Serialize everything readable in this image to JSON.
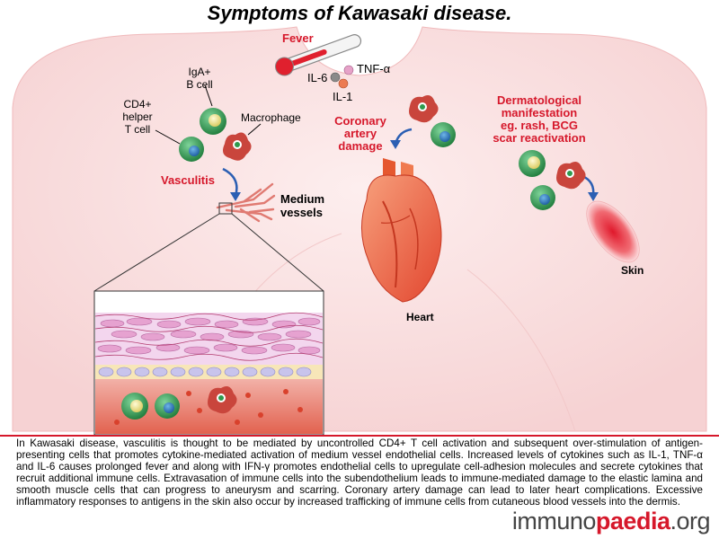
{
  "title": "Symptoms of Kawasaki disease.",
  "labels": {
    "fever": "Fever",
    "tnf": "TNF-α",
    "il6": "IL-6",
    "il1": "IL-1",
    "iga_line1": "IgA+",
    "iga_line2": "B cell",
    "cd4_line1": "CD4+",
    "cd4_line2": "helper",
    "cd4_line3": "T cell",
    "macrophage": "Macrophage",
    "vasculitis": "Vasculitis",
    "medium_line1": "Medium",
    "medium_line2": "vessels",
    "coronary_line1": "Coronary",
    "coronary_line2": "artery",
    "coronary_line3": "damage",
    "heart": "Heart",
    "derm_line1": "Dermatological",
    "derm_line2": "manifestation",
    "derm_line3": "eg. rash, BCG",
    "derm_line4": "scar reactivation",
    "skin": "Skin"
  },
  "caption": "In Kawasaki disease, vasculitis is thought to be mediated by uncontrolled CD4+ T cell activation and subsequent over-stimulation of antigen-presenting cells that promotes cytokine-mediated activation of medium vessel endothelial cells. Increased levels of cytokines such as IL-1, TNF-α and IL-6 causes prolonged fever and along with IFN-γ promotes endothelial cells to upregulate cell-adhesion molecules and secrete cytokines that recruit additional immune cells. Extravasation of immune cells into the subendothelium leads to immune-mediated damage to the elastic lamina and smooth muscle cells that can progress to aneurysm and scarring. Coronary artery damage can lead to later heart complications. Excessive inflammatory responses to antigens in the skin also occur by increased trafficking of immune cells from cutaneous blood vessels into the dermis.",
  "brand": {
    "part1": "immuno",
    "part2": "paedia",
    "part3": ".org"
  },
  "colors": {
    "accent_red": "#d6182b",
    "body_fill": "#f9dcdc",
    "tcell_green": "#2e9a4d",
    "bcell_yellow": "#f2e88a",
    "macrophage": "#c9453c",
    "arrow_blue": "#2c5fb3"
  }
}
